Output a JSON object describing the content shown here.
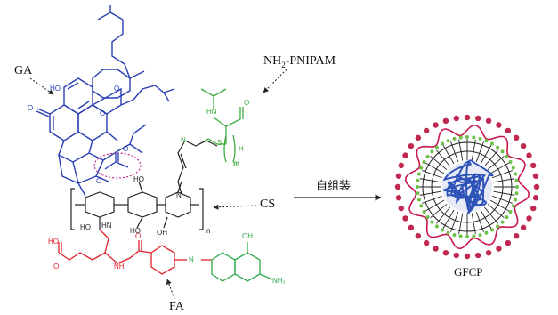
{
  "labels": {
    "ga": "GA",
    "nh2_pnipam_prefix": "NH",
    "nh2_pnipam_sub": "2",
    "nh2_pnipam_suffix": "-PNIPAM",
    "cs": "CS",
    "fa": "FA",
    "gfcp": "GFCP",
    "self_assembly": "自组装",
    "repeat_n": "n"
  },
  "atoms": {
    "ho": "HO",
    "o": "O",
    "oh": "OH",
    "hn": "HN",
    "n": "N",
    "h": "H",
    "s": "S",
    "m": "m",
    "nh": "NH",
    "nh2": "NH₂",
    "ho_prefix": "HO",
    "o_prefix": "O",
    "oh_short": "OH"
  },
  "colors": {
    "ga": "#2a3fb3",
    "pnipam": "#3daa3d",
    "cs": "#222222",
    "fa": "#e0202a",
    "highlight": "#c0308f",
    "nanoparticle_dots": "#c02850",
    "nanoparticle_green": "#6cc04a",
    "nanoparticle_core": "#2f55b8"
  }
}
